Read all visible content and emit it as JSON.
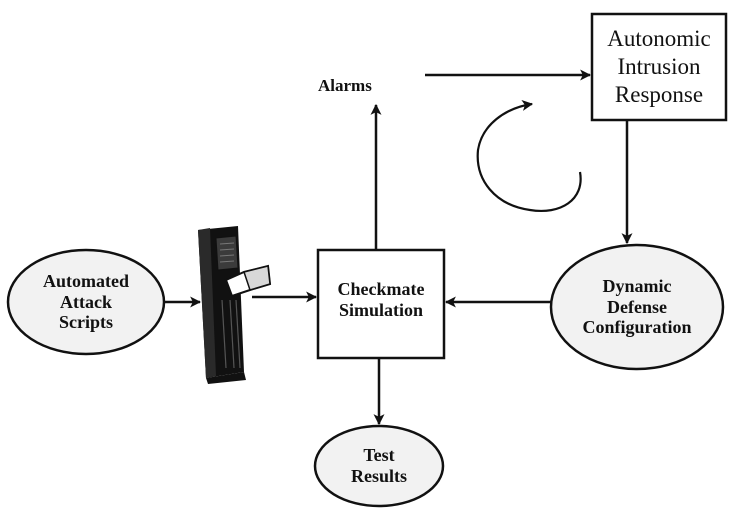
{
  "nodes": {
    "alarms": {
      "label": "Alarms"
    },
    "airs": {
      "lines": [
        "Autonomic",
        "Intrusion",
        "Response"
      ]
    },
    "checkmate": {
      "lines": [
        "Checkmate",
        "Simulation"
      ]
    },
    "attack_scripts": {
      "lines": [
        "Automated",
        "Attack",
        "Scripts"
      ]
    },
    "dynamic_defense": {
      "lines": [
        "Dynamic",
        "Defense",
        "Configuration"
      ]
    },
    "test_results": {
      "lines": [
        "Test",
        "Results"
      ]
    }
  },
  "icons": {
    "firewall": "firewall-tower-icon",
    "cycle": "cycle-arrow-icon"
  },
  "colors": {
    "ink": "#111111",
    "background": "#ffffff",
    "ellipse_fill": "#f2f2f2"
  }
}
